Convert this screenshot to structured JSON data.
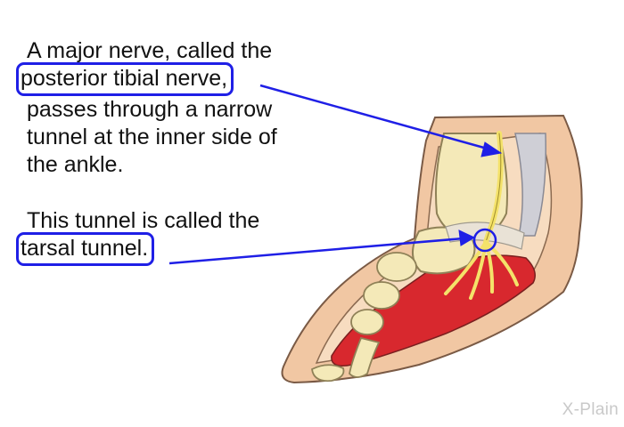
{
  "paragraph_1": {
    "line_1": "A major nerve, called the",
    "term": "posterior tibial nerve,",
    "line_3": "passes through a narrow",
    "line_4": "tunnel at the inner side of",
    "line_5": "the ankle."
  },
  "paragraph_2": {
    "line_1": "This tunnel is called the",
    "term": "tarsal tunnel."
  },
  "colors": {
    "callout": "#1f1fe6",
    "skin": "#f1c7a3",
    "bone": "#f4e9b8",
    "muscle": "#d8282e",
    "nerve": "#f4e26a"
  },
  "logo": {
    "text": "X-Plain"
  }
}
